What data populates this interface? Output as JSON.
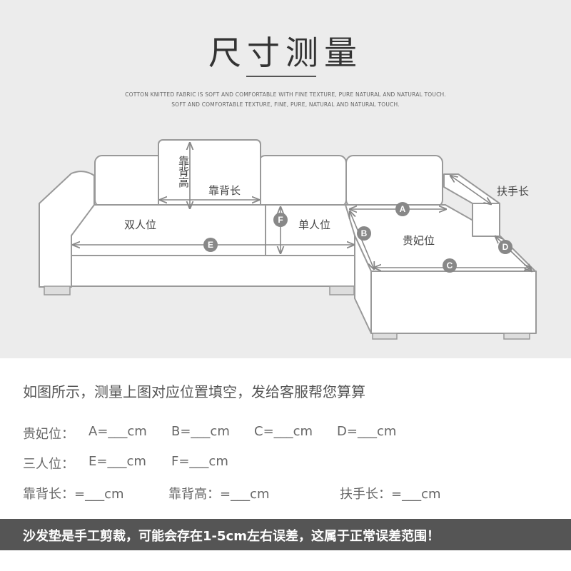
{
  "header": {
    "title": "尺寸测量",
    "subtitle_line1": "COTTON KNITTED FABRIC IS SOFT AND COMFORTABLE WITH FINE TEXTURE, PURE NATURAL AND NATURAL TOUCH.",
    "subtitle_line2": "SOFT AND COMFORTABLE TEXTURE, FINE, PURE, NATURAL AND NATURAL TOUCH."
  },
  "diagram": {
    "labels": {
      "back_height": "靠背高",
      "back_length": "靠背长",
      "double_seat": "双人位",
      "single_seat": "单人位",
      "chaise": "贵妃位",
      "armrest_length": "扶手长"
    },
    "markers": [
      "A",
      "B",
      "C",
      "D",
      "E",
      "F"
    ]
  },
  "instructions": "如图所示，测量上图对应位置填空，发给客服帮您算算",
  "fields": {
    "chaise_label": "贵妃位：",
    "a": "A=___cm",
    "b": "B=___cm",
    "c": "C=___cm",
    "d": "D=___cm",
    "three_label": "三人位：",
    "e": "E=___cm",
    "f": "F=___cm",
    "back_length": "靠背长：=___cm",
    "back_height": "靠背高：=___cm",
    "armrest": "扶手长：=___cm"
  },
  "footer": {
    "notice": "沙发垫是手工剪裁，可能会存在1-5cm左右误差，这属于正常误差范围！"
  }
}
